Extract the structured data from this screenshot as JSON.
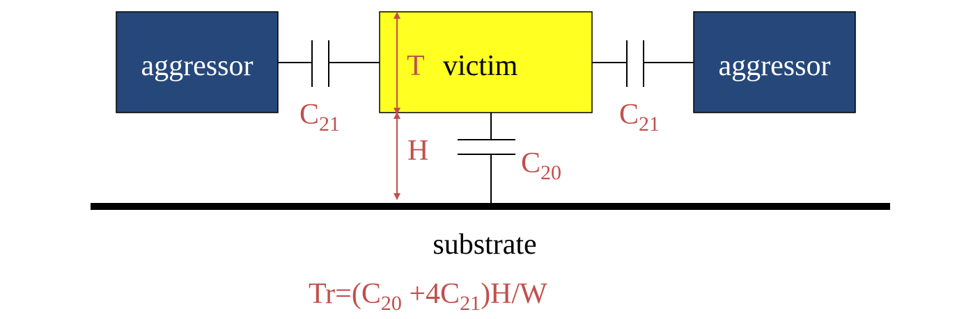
{
  "colors": {
    "aggressor_fill": "#26477A",
    "victim_fill": "#FFFF22",
    "annotation": "#C0504D",
    "line": "#000000",
    "text_light": "#FFFFFF",
    "text_dark": "#000000"
  },
  "aggressor_left": {
    "label": "aggressor"
  },
  "aggressor_right": {
    "label": "aggressor"
  },
  "victim": {
    "label": "victim"
  },
  "dimension_t": {
    "label": "T"
  },
  "dimension_h": {
    "label": "H"
  },
  "cap_left": {
    "main": "C",
    "sub": "21"
  },
  "cap_right": {
    "main": "C",
    "sub": "21"
  },
  "cap_ground": {
    "main": "C",
    "sub": "20"
  },
  "substrate": {
    "label": "substrate"
  },
  "formula": {
    "part1": "Tr=(C",
    "sub1": "20",
    "part2": " +4C",
    "sub2": "21",
    "part3": ")H/W"
  }
}
